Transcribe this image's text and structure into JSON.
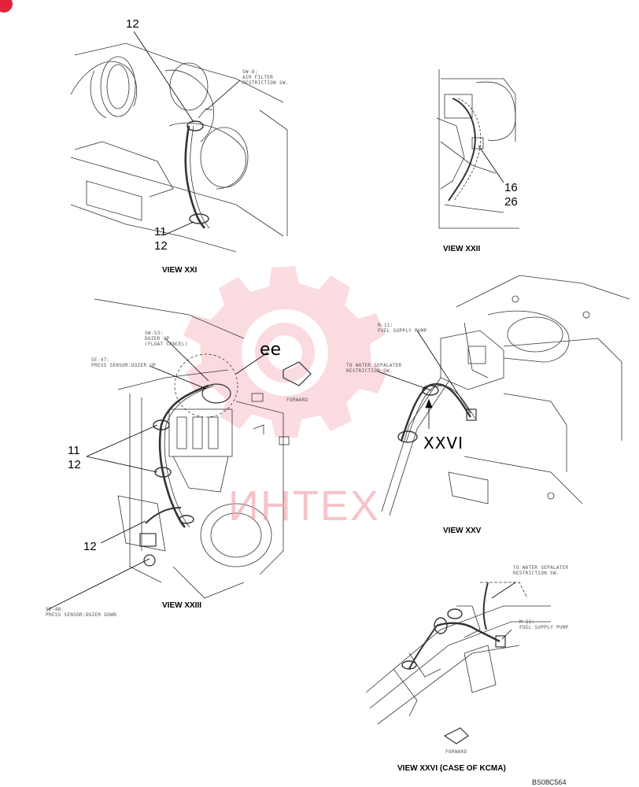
{
  "callouts": {
    "xxi_top": "12",
    "xxi_bottom_a": "11",
    "xxi_bottom_b": "12",
    "xxii_a": "16",
    "xxii_b": "26",
    "xxiii_a": "11",
    "xxiii_b": "12",
    "xxiii_c": "12"
  },
  "notes": {
    "sw8": [
      "SW-8:",
      "AIR FILTER",
      "RESTRICTION SW."
    ],
    "sw53": [
      "SW-53:",
      "DOZER UP",
      "(FLOAT CANCEL)"
    ],
    "se47": [
      "SE-47:",
      "PRESS SENSOR:DOZER UP"
    ],
    "se48": [
      "SE-48:",
      "PRESS SENSOR:DOZER DOWN"
    ],
    "m11": [
      "M-11:",
      "FUEL SUPPLY PUMP"
    ],
    "water": [
      "TO WATER SEPALATER",
      "RESTRICTION SW."
    ],
    "m11b": [
      "M-11:",
      "FUEL SUPPLY PUMP"
    ],
    "waterb": [
      "TO WATER SEPALATER",
      "RESTRICTION SW."
    ],
    "forward": "FORWARD",
    "forward2": "FORWARD"
  },
  "views": {
    "xxi": "VIEW XXI",
    "xxii": "VIEW XXII",
    "xxiii": "VIEW XXIII",
    "xxv": "VIEW XXV",
    "xxvi": "VIEW XXVI  (CASE OF KCMA)"
  },
  "detail_ref": "ee",
  "roman_ref": "XXVI",
  "doc_code": "BS08C564",
  "watermark": {
    "text": "ИНТЕХ",
    "color": "#f0a0a8"
  }
}
